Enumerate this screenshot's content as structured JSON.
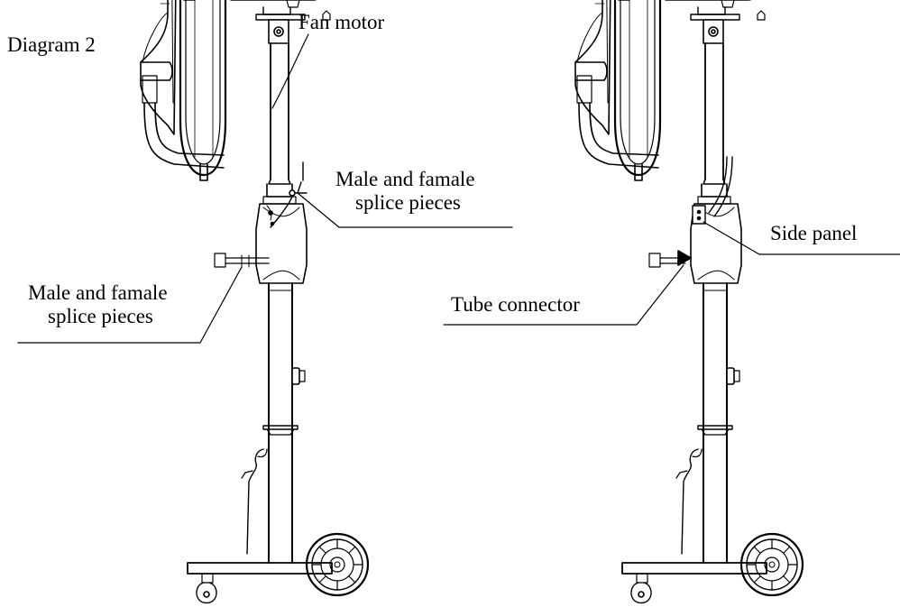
{
  "diagram": {
    "title": "Diagram 2",
    "labels": {
      "fan_motor": "Fan motor",
      "splice_top": {
        "line1": "Male and famale",
        "line2": "splice pieces"
      },
      "splice_bottom": {
        "line1": "Male and famale",
        "line2": "splice pieces"
      },
      "tube_connector": "Tube connector",
      "side_panel": "Side panel"
    }
  },
  "colors": {
    "stroke": "#000000",
    "background": "#ffffff",
    "fill_light": "#f4f4f4"
  }
}
